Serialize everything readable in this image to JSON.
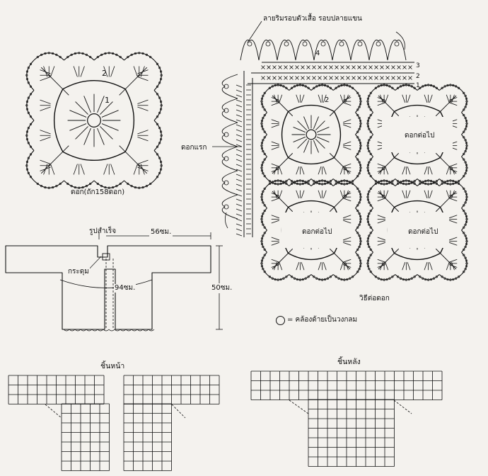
{
  "motif_caption": "ดอก(ถัก158ดอก)",
  "motif_round_numbers": [
    "2",
    "1"
  ],
  "border_title": "ลายริมรอบตัวเสื้อ รอบปลายแขน",
  "border_row_numbers": [
    "4",
    "3",
    "2",
    "1"
  ],
  "first_motif_label": "ดอกแรก",
  "next_motif_label": "ดอกต่อไป",
  "join_method_label": "วิธีต่อดอก",
  "inner_round_number": "2",
  "legend_text": "= คล้องด้ายเป็นวงกลม",
  "finished_title": "รูปสำเร็จ",
  "sleeve_measure": "56ซม.",
  "button_label": "กระดุม",
  "chest_measure": "94ซม.",
  "length_measure": "50ซม.",
  "front_piece_title": "ชิ้นหน้า",
  "back_piece_title": "ชิ้นหลัง",
  "line_color": "#111111",
  "paper_color": "#f4f2ee"
}
